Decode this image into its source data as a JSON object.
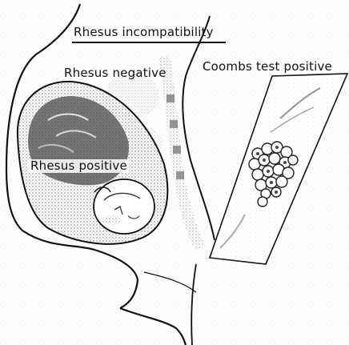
{
  "figure": {
    "title": "Rhesus incompatibility",
    "mother_label": "Rhesus negative",
    "fetus_label": "Rhesus positive",
    "test_label": "Coombs test positive"
  },
  "colors": {
    "ink": "#111111",
    "background": "#fdfdfd",
    "shading": "#9a9a9a"
  },
  "icons": {
    "mother": "pregnant-woman-silhouette",
    "fetus": "fetus-in-uterus",
    "slide": "microscope-slide",
    "cells": "agglutinated-red-cells"
  }
}
